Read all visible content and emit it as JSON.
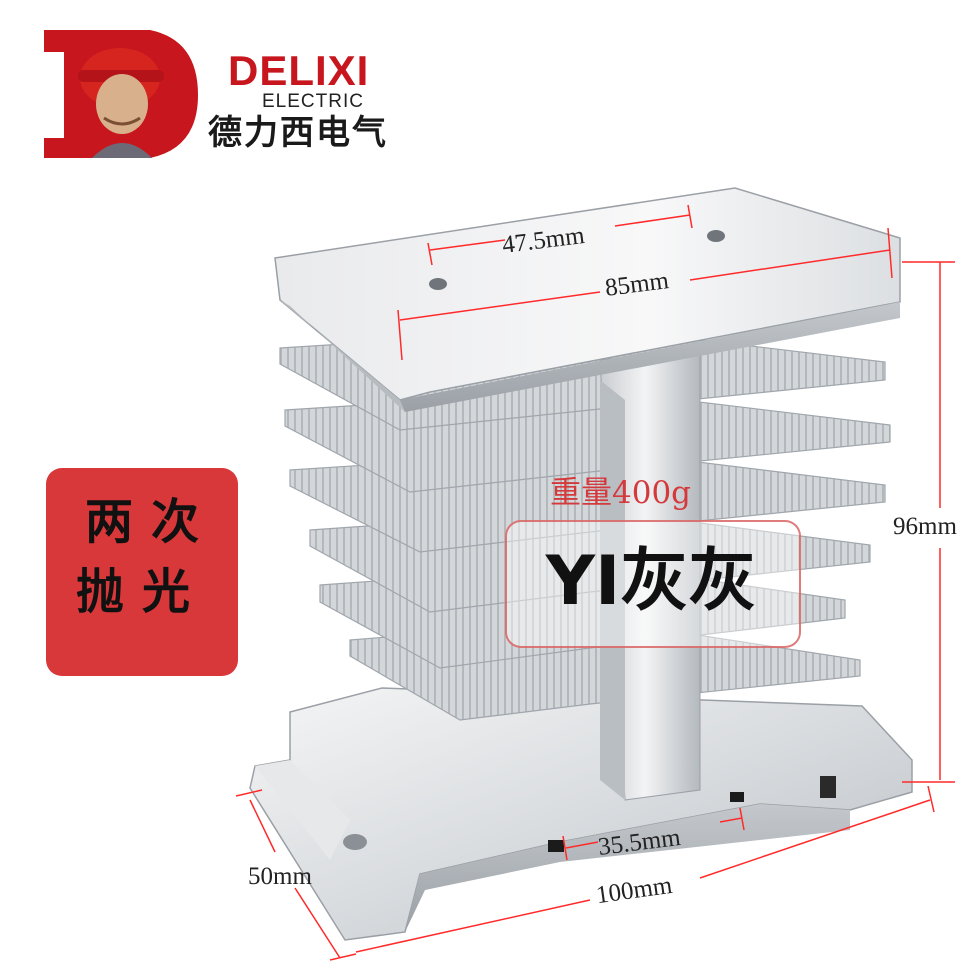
{
  "brand": {
    "name": "DELIXI",
    "subtitle": "ELECTRIC",
    "name_cn": "德力西电气",
    "color": "#c7161d"
  },
  "product": {
    "weight_label": "重量400g",
    "model_label": "YI灰灰",
    "finish_label": "两次抛光",
    "finish_badge_color": "#d8383a"
  },
  "dimensions": {
    "hole_spacing": "47.5mm",
    "top_width": "85mm",
    "height": "96mm",
    "base_channel": "35.5mm",
    "depth": "50mm",
    "base_width": "100mm"
  }
}
